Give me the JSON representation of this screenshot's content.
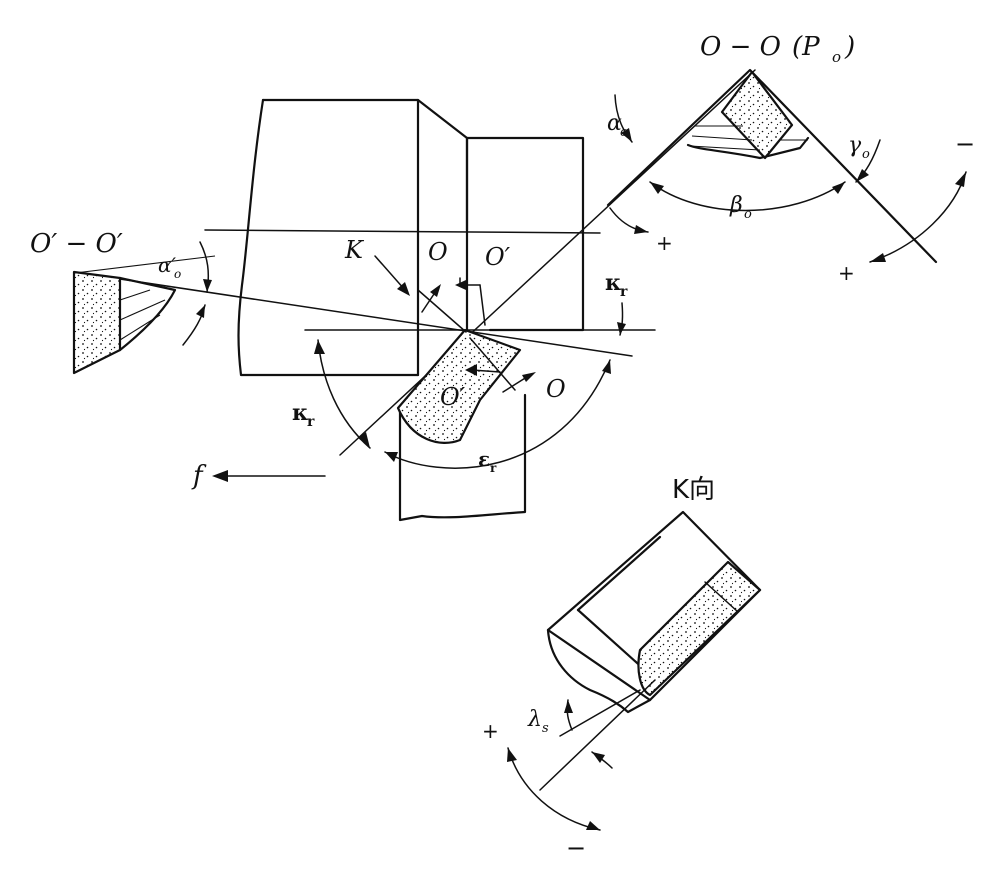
{
  "labels": {
    "section_oo": "O − O",
    "section_oo_plane": "(P",
    "section_oo_plane_sub": "o",
    "section_oo_plane_close": ")",
    "section_o1o1": "O′ − O′",
    "alpha_o": "α",
    "alpha_o_sub": "o",
    "gamma_o": "γ",
    "gamma_o_sub": "o",
    "beta_o": "β",
    "beta_o_sub": "o",
    "alpha_o_prime": "α′",
    "alpha_o_prime_sub": "o",
    "point_k": "K",
    "point_o_top": "O",
    "point_o_prime_top": "O′",
    "kappa_r_right": "κ",
    "kappa_r_right_sub": "r",
    "kappa_r_left": "κ",
    "kappa_r_left_sub": "r",
    "point_o_prime_bottom": "O′",
    "point_o_bottom": "O",
    "epsilon_r": "ε",
    "epsilon_r_sub": "r",
    "feed_f": "f",
    "view_k": "K向",
    "lambda_s": "λ",
    "lambda_s_sub": "s",
    "sign_plus_top": "+",
    "sign_plus_right": "+",
    "sign_minus_right": "−",
    "sign_plus_bottom": "+",
    "sign_minus_bottom": "−"
  }
}
